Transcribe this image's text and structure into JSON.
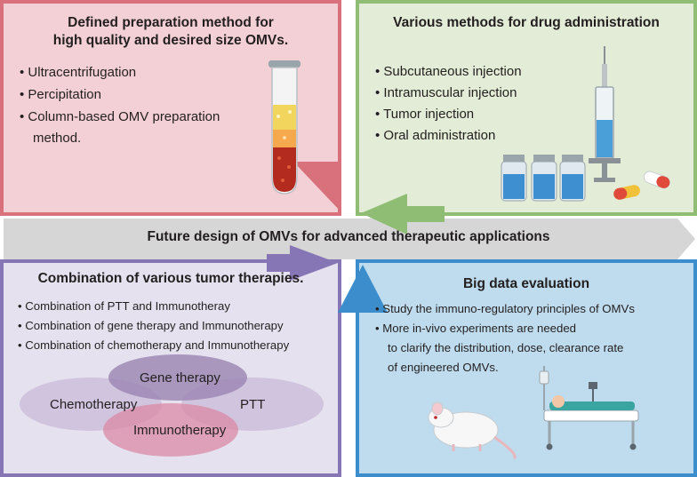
{
  "center": {
    "title": "Future design of OMVs for advanced therapeutic applications"
  },
  "panel_tl": {
    "title_line1": "Defined preparation method for",
    "title_line2": "high quality and desired size OMVs.",
    "items": [
      "• Ultracentrifugation",
      "• Percipitation",
      "• Column-based OMV preparation",
      "method."
    ]
  },
  "panel_tr": {
    "title": "Various methods for drug administration",
    "items": [
      "• Subcutaneous injection",
      "• Intramuscular injection",
      "• Tumor injection",
      "• Oral administration"
    ]
  },
  "panel_bl": {
    "title": "Combination of various tumor therapies.",
    "items": [
      "• Combination of PTT and Immunotheray",
      "• Combination of gene therapy and Immunotherapy",
      "• Combination of chemotherapy and Immunotherapy"
    ],
    "venn": {
      "top": "Gene therapy",
      "left": "Chemotherapy",
      "right": "PTT",
      "bottom": "Immunotherapy"
    }
  },
  "panel_br": {
    "title": "Big data evaluation",
    "items": [
      "• Study the immuno-regulatory principles of OMVs",
      "• More in-vivo experiments are needed",
      "to clarify the distribution, dose, clearance rate",
      "of engineered OMVs."
    ]
  },
  "colors": {
    "red": "#d9717c",
    "green": "#8fbd73",
    "purple": "#8676b5",
    "blue": "#3c8dcc",
    "band": "#d6d6d6"
  }
}
